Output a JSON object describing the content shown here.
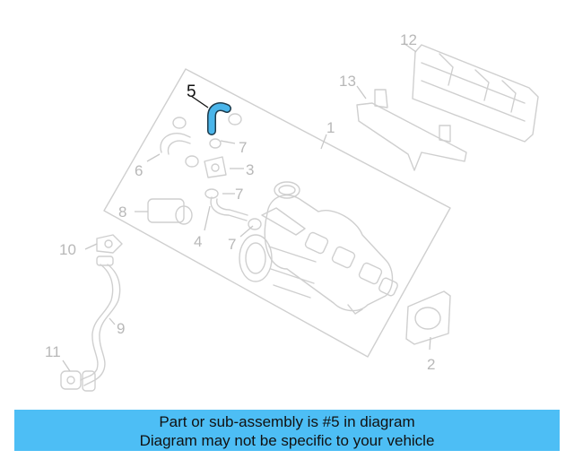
{
  "callouts": {
    "c1": "1",
    "c2": "2",
    "c3": "3",
    "c4": "4",
    "c5": "5",
    "c6": "6",
    "c7a": "7",
    "c7b": "7",
    "c7c": "7",
    "c8": "8",
    "c9": "9",
    "c10": "10",
    "c11": "11",
    "c12": "12",
    "c13": "13"
  },
  "highlighted_part": "5",
  "colors": {
    "highlight": "#4ab5ea",
    "banner": "#4dbef5",
    "line_art": "#cfcfcf"
  },
  "banner": {
    "line1": "Part or sub-assembly is #5 in diagram",
    "line2": "Diagram may not be specific to your vehicle"
  }
}
